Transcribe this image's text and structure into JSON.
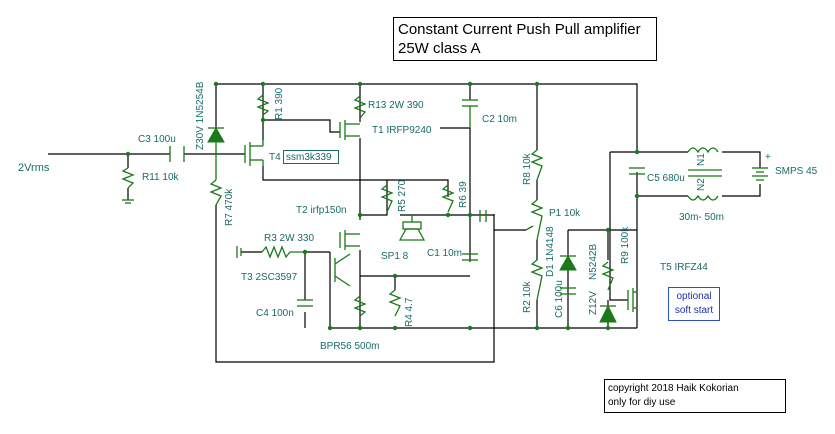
{
  "title": {
    "line1": "Constant Current Push Pull amplifier",
    "line2": "25W class A"
  },
  "copyright": {
    "line1": "copyright 2018 Haik Kokorian",
    "line2": "only for diy use"
  },
  "soft_start": {
    "line1": "optional",
    "line2": "soft start"
  },
  "labels": {
    "input": "2Vrms",
    "c3": "C3 100u",
    "r11": "R11 10k",
    "z30": "Z30V 1N5254B",
    "r1": "R1 390",
    "t4": "T4",
    "ssm": "ssm3k339",
    "r13": "R13 2W 390",
    "t1": "T1 IRFP9240",
    "c2": "C2 10m",
    "r7": "R7 470k",
    "r5": "R5 270",
    "r6": "R6 39",
    "t2": "T2 irfp150n",
    "r3": "R3 2W 330",
    "t3": "T3 2SC3597",
    "c4": "C4 100n",
    "sp1": "SP1 8",
    "c1": "C1 10m",
    "r4": "R4 4.7",
    "bpr": "BPR56 500m",
    "r8": "R8 10k",
    "p1": "P1 10k",
    "r2": "R2 10k",
    "d1": "D1 1N4148",
    "c6": "C6 100u",
    "n5242b": "N5242B",
    "z12v": "Z12V",
    "r9": "R9 100k",
    "t5": "T5 IRFZ44",
    "c5": "C5 680u",
    "n1": "N1",
    "n2": "N2",
    "smps": "SMPS 45",
    "plus": "+",
    "inductor": "30m- 50m"
  },
  "colors": {
    "wire": "#000000",
    "component": "#1a7a1a",
    "label": "#1a6a6a",
    "soft_start_border": "#2b50c0"
  }
}
